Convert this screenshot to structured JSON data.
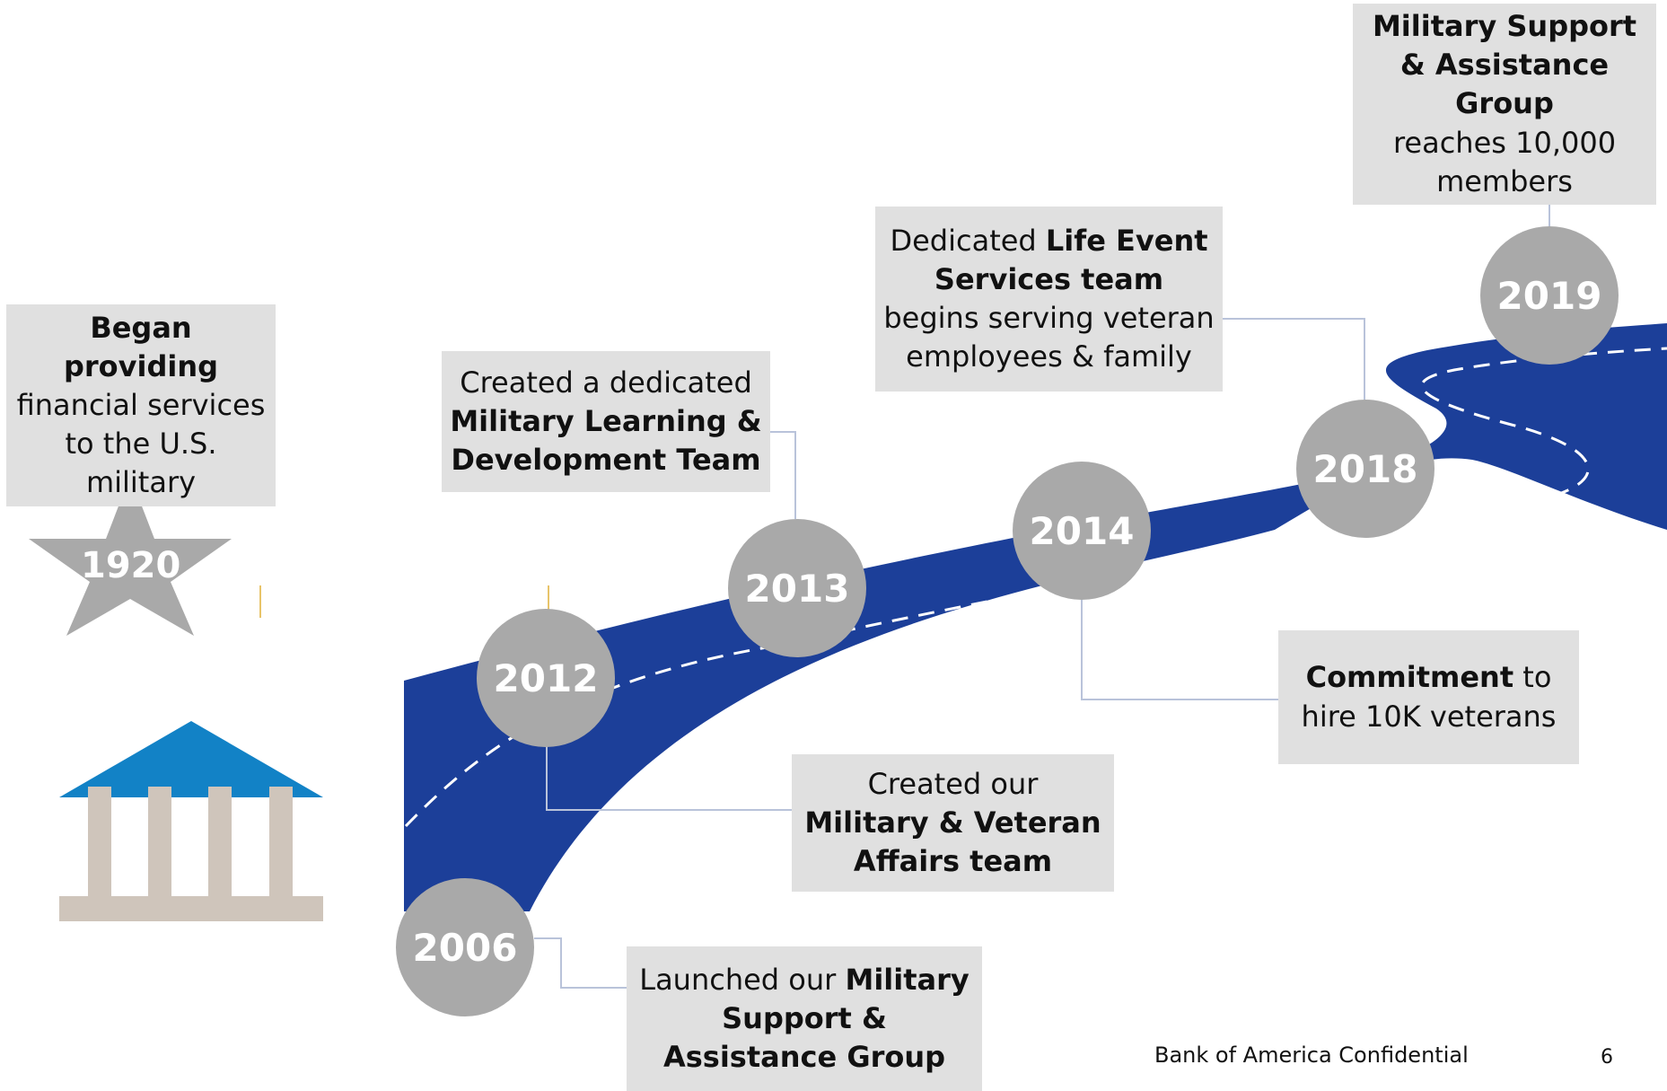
{
  "milestones": {
    "m1920": {
      "year": "1920",
      "text_bold": "Began providing",
      "text_normal": "financial services to the U.S. military"
    },
    "m2006": {
      "year": "2006",
      "text_before": "Launched our ",
      "text_bold": "Military Support & Assistance Group"
    },
    "m2012": {
      "year": "2012",
      "text_before": "Created our ",
      "text_bold": "Military & Veteran Affairs team"
    },
    "m2013": {
      "year": "2013",
      "text_before": "Created a dedicated ",
      "text_bold": "Military Learning & Development Team"
    },
    "m2014": {
      "year": "2014",
      "text_bold": "Commitment",
      "text_after": " to hire 10K veterans"
    },
    "m2018": {
      "year": "2018",
      "text_before": "Dedicated ",
      "text_bold": "Life Event Services team",
      "text_after": " begins serving veteran employees & family"
    },
    "m2019": {
      "year": "2019",
      "text_bold": "Military Support & Assistance Group",
      "text_after": " reaches 10,000 members"
    }
  },
  "footer": {
    "confidential": "Bank of America Confidential",
    "page_number": "6"
  },
  "icons": {
    "star": "star-icon",
    "bank": "bank-building-icon",
    "road": "road-icon"
  },
  "colors": {
    "road": "#1c3f99",
    "road_dash": "#ffffff",
    "year_circle": "#a9a9a9",
    "text_box": "#e0e0e0",
    "connector": "#b9c3da",
    "bank_roof": "#1282c6",
    "bank_columns": "#cfc5bb",
    "star": "#a9a9a9"
  }
}
